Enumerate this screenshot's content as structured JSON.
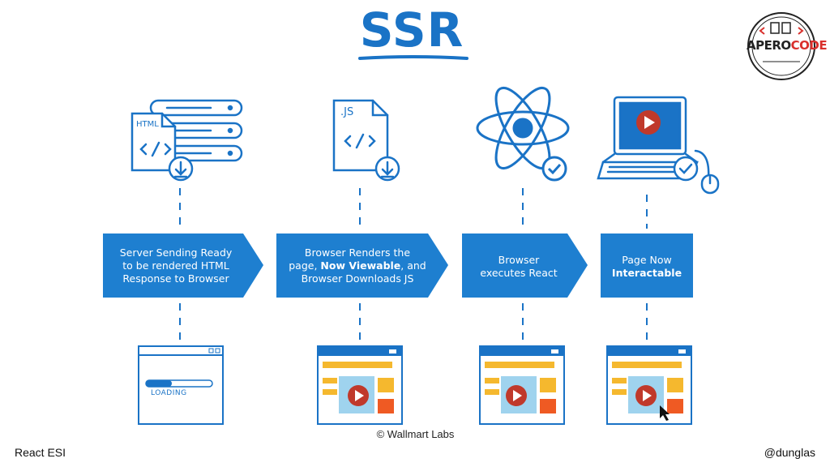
{
  "title": "SSR",
  "logo": {
    "part1": "APERO",
    "part2": "CODE"
  },
  "steps": [
    {
      "lines": [
        "Server Sending Ready",
        "to be rendered HTML",
        "Response to Browser"
      ]
    },
    {
      "line1": "Browser Renders the",
      "line2_pre": "page, ",
      "line2_bold": "Now Viewable",
      "line2_post": ", and",
      "line3": "Browser Downloads JS"
    },
    {
      "lines": [
        "Browser",
        "executes React"
      ]
    },
    {
      "line1": "Page Now",
      "line2_bold": "Interactable"
    }
  ],
  "icon_labels": {
    "html": "HTML",
    "js": ".JS",
    "code": "</>"
  },
  "loading_label": "LOADING",
  "credit": "© Wallmart Labs",
  "footer": {
    "left": "React ESI",
    "right": "@dunglas"
  },
  "colors": {
    "blue": "#1a73c6",
    "arrow": "#1e7fd0",
    "yellow": "#f5b82e",
    "orange": "#ef5a23",
    "light_blue": "#9fd3ee",
    "dark_red": "#c0392b"
  }
}
